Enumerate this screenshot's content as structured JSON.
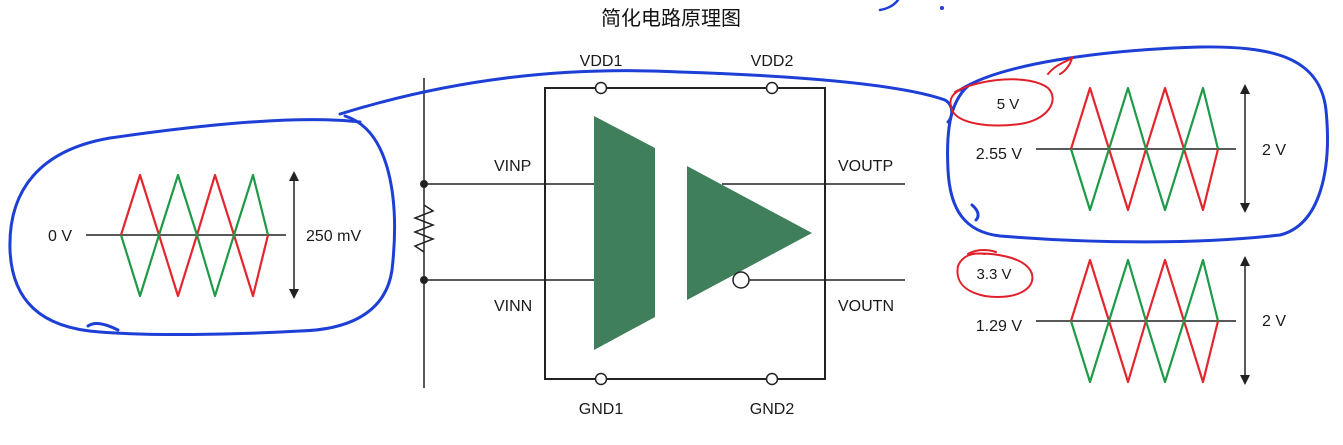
{
  "title": "简化电路原理图",
  "colors": {
    "body": "#3f7f5c",
    "wire": "#222222",
    "wave_red": "#e3262d",
    "wave_green": "#1e9a48",
    "ink_blue": "#1d3fd6",
    "ink_red": "#e0202a"
  },
  "pins": {
    "vdd1": "VDD1",
    "vdd2": "VDD2",
    "gnd1": "GND1",
    "gnd2": "GND2",
    "vinp": "VINP",
    "vinn": "VINN",
    "voutp": "VOUTP",
    "voutn": "VOUTN"
  },
  "input_wave": {
    "baseline": "0 V",
    "amplitude": "250 mV"
  },
  "output_wave_1": {
    "top_level": "5 V",
    "baseline": "2.55 V",
    "amplitude": "2 V"
  },
  "output_wave_2": {
    "top_level": "3.3 V",
    "baseline": "1.29 V",
    "amplitude": "2 V"
  },
  "icons": [
    "resistor-icon",
    "amplifier-icon",
    "arrow-icon"
  ]
}
